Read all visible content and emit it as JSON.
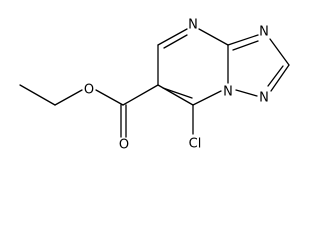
{
  "molecule": {
    "atoms": [
      {
        "id": "o_ether",
        "text": "O"
      },
      {
        "id": "o_carbonyl",
        "text": "O"
      },
      {
        "id": "n_pyrimidine",
        "text": "N"
      },
      {
        "id": "n_triazole_top",
        "text": "N"
      },
      {
        "id": "n_bridge",
        "text": "N"
      },
      {
        "id": "n_triazole_bottom",
        "text": "N"
      },
      {
        "id": "cl",
        "text": "Cl"
      }
    ]
  }
}
